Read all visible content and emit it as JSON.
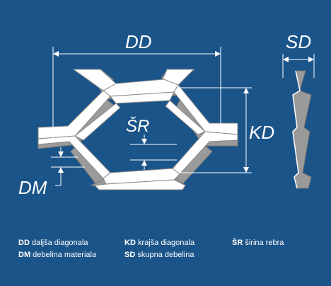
{
  "diagram": {
    "labels": {
      "dd": "DD",
      "sd": "SD",
      "sr": "ŠR",
      "kd": "KD",
      "dm": "DM"
    }
  },
  "legend": {
    "items": [
      {
        "abbr": "DD",
        "text": "daljša diagonala"
      },
      {
        "abbr": "KD",
        "text": "krajša diagonala"
      },
      {
        "abbr": "ŠR",
        "text": "širina rebra"
      },
      {
        "abbr": "DM",
        "text": "debelina materiala"
      },
      {
        "abbr": "SD",
        "text": "skupna debelina"
      }
    ]
  },
  "colors": {
    "background": "#1b5489",
    "metal_light": "#ffffff",
    "metal_edge": "#9a9a9a",
    "line": "#ffffff"
  }
}
